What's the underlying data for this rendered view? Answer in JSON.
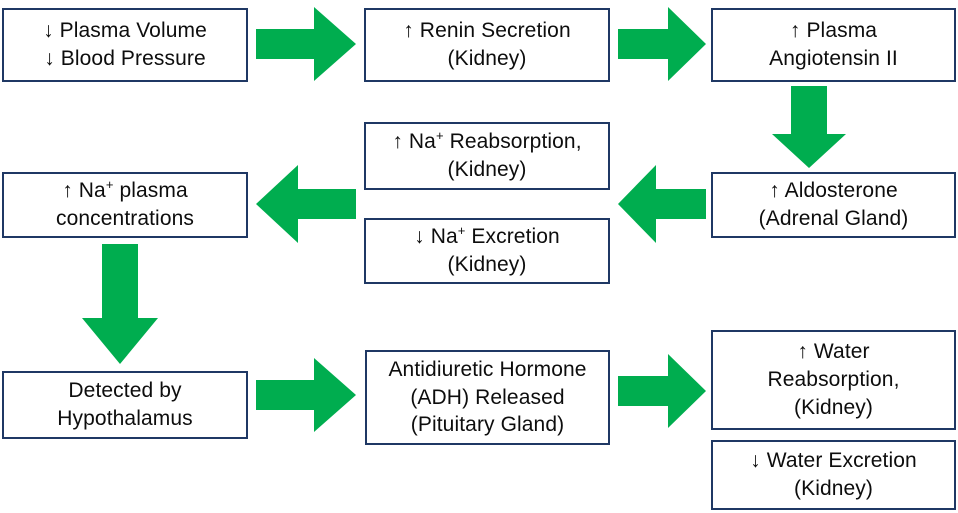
{
  "diagram": {
    "title": "Renin-Angiotensin-Aldosterone and ADH Regulation Flowchart",
    "accent_color": "#00AD4F",
    "box_border_color": "#1F3864",
    "text_color": "#0D0D0D",
    "background_color": "#FFFFFF"
  },
  "nodes": {
    "plasma_volume": {
      "id": "plasma-volume",
      "lines": [
        "↓ Plasma Volume",
        "↓ Blood Pressure"
      ]
    },
    "renin": {
      "id": "renin-secretion",
      "lines": [
        "↑ Renin Secretion",
        "(Kidney)"
      ]
    },
    "angiotensin": {
      "id": "plasma-angiotensin-ii",
      "lines": [
        "↑ Plasma",
        "Angiotensin II"
      ]
    },
    "aldosterone": {
      "id": "aldosterone",
      "lines": [
        "↑ Aldosterone",
        "(Adrenal Gland)"
      ]
    },
    "na_reabsorption": {
      "id": "na-reabsorption",
      "lines": [
        "↑ Na+ Reabsorption,",
        "(Kidney)"
      ],
      "line1_prefix": "↑ Na",
      "line1_sup": "+",
      "line1_suffix": " Reabsorption,",
      "line2": "(Kidney)"
    },
    "na_excretion": {
      "id": "na-excretion",
      "lines": [
        "↓ Na+ Excretion",
        "(Kidney)"
      ],
      "line1_prefix": "↓ Na",
      "line1_sup": "+",
      "line1_suffix": " Excretion",
      "line2": "(Kidney)"
    },
    "na_plasma": {
      "id": "na-plasma-concentrations",
      "lines": [
        "↑ Na+ plasma",
        "concentrations"
      ],
      "line1_prefix": "↑ Na",
      "line1_sup": "+",
      "line1_suffix": " plasma",
      "line2": "concentrations"
    },
    "hypothalamus": {
      "id": "detected-by-hypothalamus",
      "lines": [
        "Detected by",
        "Hypothalamus"
      ]
    },
    "adh": {
      "id": "adh-released",
      "lines": [
        "Antidiuretic Hormone",
        "(ADH) Released",
        "(Pituitary Gland)"
      ]
    },
    "water_reabsorption": {
      "id": "water-reabsorption",
      "lines": [
        "↑ Water",
        "Reabsorption,",
        "(Kidney)"
      ]
    },
    "water_excretion": {
      "id": "water-excretion",
      "lines": [
        "↓ Water Excretion",
        "(Kidney)"
      ]
    }
  },
  "arrows": [
    {
      "id": "arrow-plasma-volume-to-renin",
      "direction": "right",
      "from": "plasma_volume",
      "to": "renin"
    },
    {
      "id": "arrow-renin-to-angiotensin",
      "direction": "right",
      "from": "renin",
      "to": "angiotensin"
    },
    {
      "id": "arrow-angiotensin-to-aldosterone",
      "direction": "down",
      "from": "angiotensin",
      "to": "aldosterone"
    },
    {
      "id": "arrow-aldosterone-to-na-transport",
      "direction": "left",
      "from": "aldosterone",
      "to": "na_reabsorption"
    },
    {
      "id": "arrow-na-transport-to-na-plasma",
      "direction": "left",
      "from": "na_reabsorption",
      "to": "na_plasma"
    },
    {
      "id": "arrow-na-plasma-to-hypothalamus",
      "direction": "down",
      "from": "na_plasma",
      "to": "hypothalamus"
    },
    {
      "id": "arrow-hypothalamus-to-adh",
      "direction": "right",
      "from": "hypothalamus",
      "to": "adh"
    },
    {
      "id": "arrow-adh-to-water-transport",
      "direction": "right",
      "from": "adh",
      "to": "water_reabsorption"
    }
  ]
}
